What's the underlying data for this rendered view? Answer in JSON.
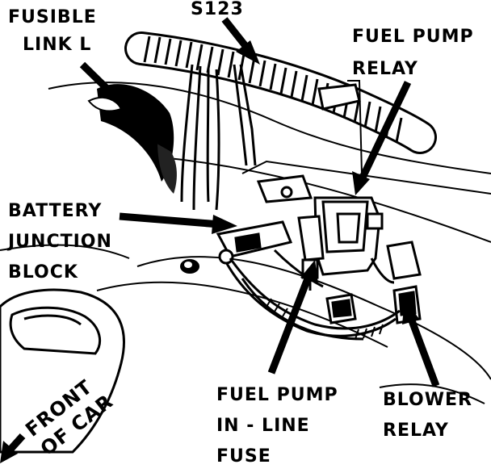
{
  "labels": {
    "fusible_link_l": [
      "FUSIBLE",
      "LINK L"
    ],
    "s123": "S123",
    "fuel_pump_relay": [
      "FUEL PUMP",
      "RELAY"
    ],
    "battery_junction_block": [
      "BATTERY",
      "JUNCTION",
      "BLOCK"
    ],
    "fuel_pump_inline_fuse": [
      "FUEL PUMP",
      "IN - LINE",
      "FUSE"
    ],
    "blower_relay": [
      "BLOWER",
      "RELAY"
    ],
    "front_of_car": [
      "FRONT",
      "OF CAR"
    ]
  },
  "colors": {
    "ink": "#000000",
    "paper": "#ffffff"
  }
}
